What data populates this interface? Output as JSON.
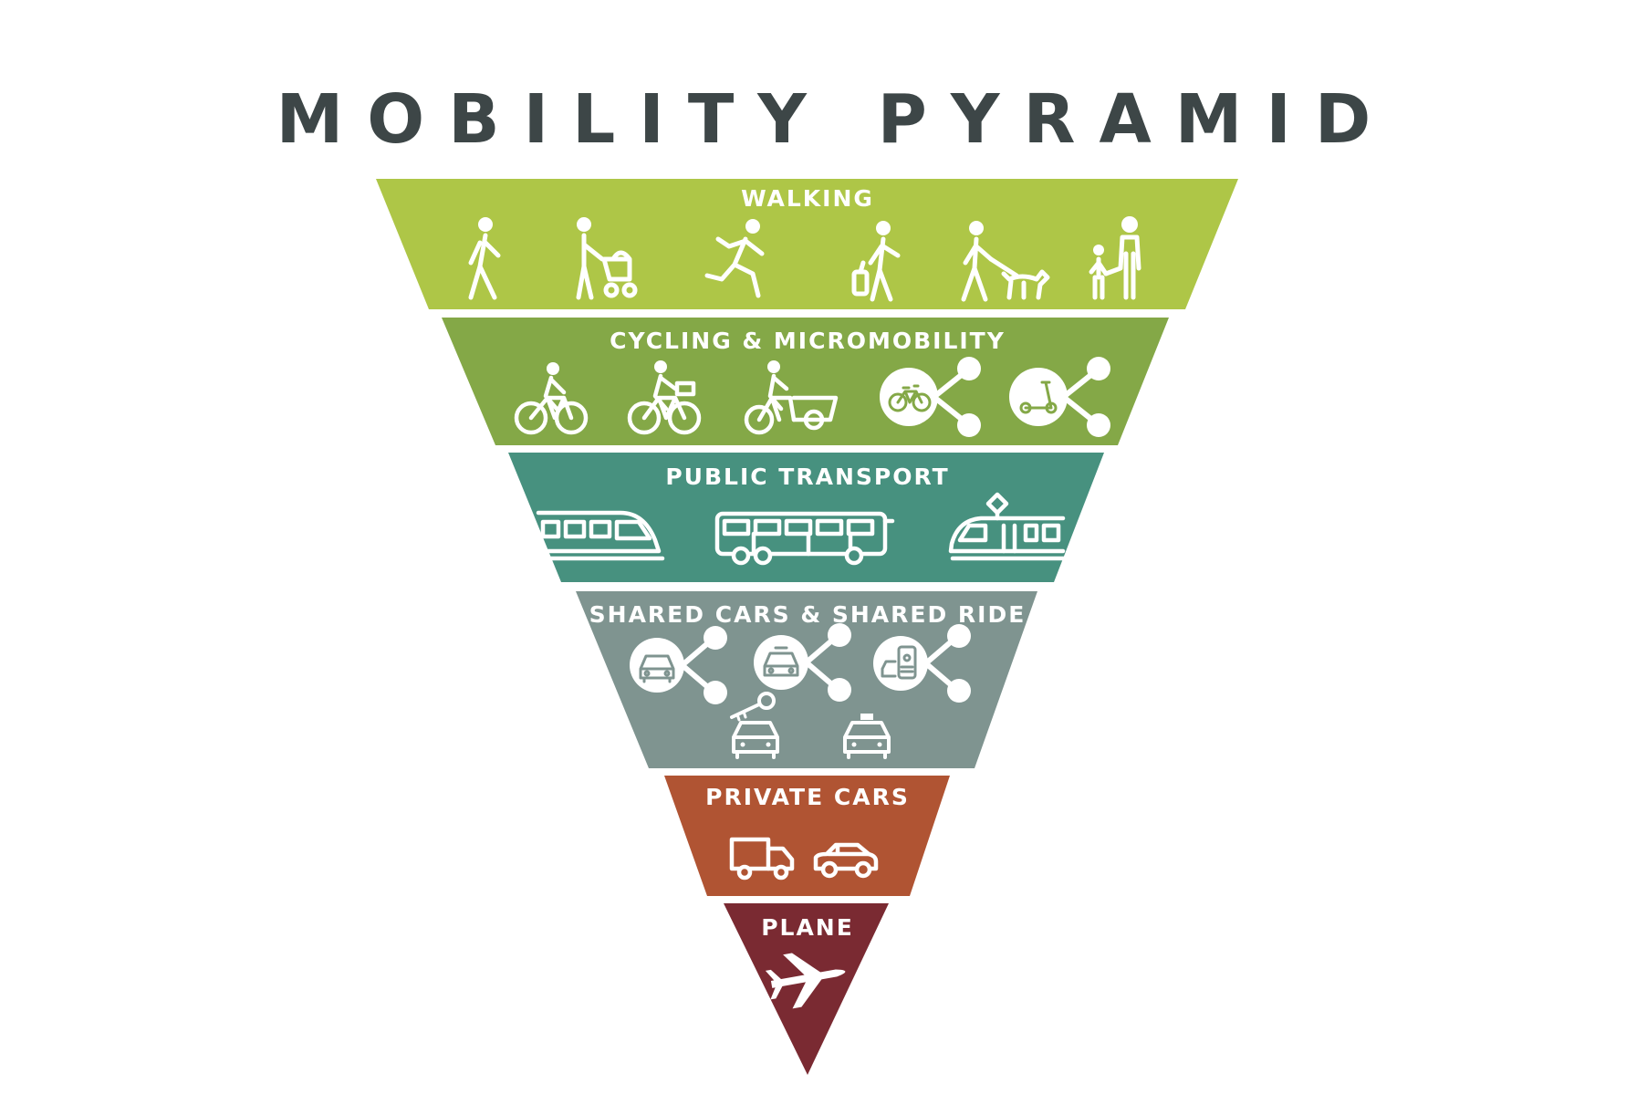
{
  "title": "MOBILITY PYRAMID",
  "tiers": [
    {
      "label": "WALKING",
      "color": "#aec647",
      "icons": [
        "walking-person-icon",
        "person-with-stroller-icon",
        "running-person-icon",
        "person-with-suitcase-icon",
        "person-walking-dog-icon",
        "adult-with-child-icon"
      ]
    },
    {
      "label": "CYCLING & MICROMOBILITY",
      "color": "#84a847",
      "icons": [
        "cyclist-icon",
        "cyclist-with-basket-icon",
        "cargo-bike-icon",
        "shared-bike-icon",
        "shared-scooter-icon"
      ]
    },
    {
      "label": "PUBLIC TRANSPORT",
      "color": "#47917f",
      "icons": [
        "train-icon",
        "bus-icon",
        "tram-icon"
      ]
    },
    {
      "label": "SHARED CARS & SHARED RIDE",
      "color": "#7f9490",
      "icons": [
        "shared-car-icon",
        "shared-car-front-icon",
        "ride-app-icon",
        "car-with-key-icon",
        "taxi-icon"
      ]
    },
    {
      "label": "PRIVATE CARS",
      "color": "#b05433",
      "icons": [
        "truck-icon",
        "car-icon"
      ]
    },
    {
      "label": "PLANE",
      "color": "#7a2a32",
      "icons": [
        "plane-icon"
      ]
    }
  ]
}
